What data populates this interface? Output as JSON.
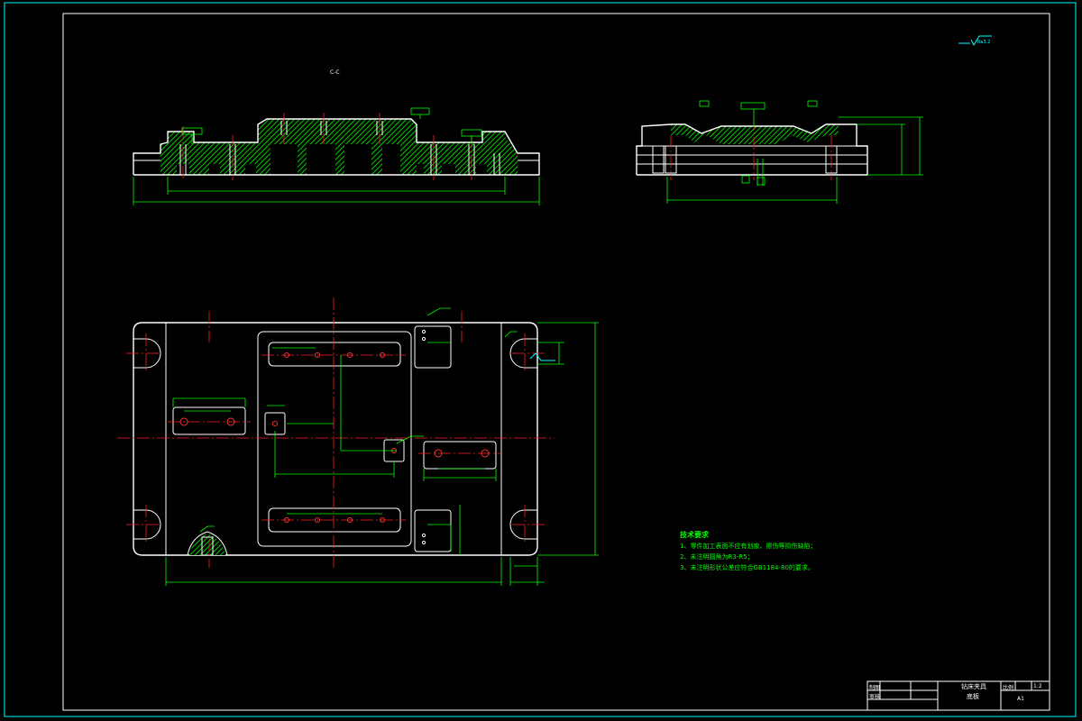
{
  "drawing": {
    "section_label": "C-C",
    "roughness_symbol": "Ra3.2",
    "colors": {
      "background": "#000000",
      "outline": "#ffffff",
      "dimension": "#00ff00",
      "center_line": "#ff2020",
      "border": "#00ffff",
      "hidden": "#ffd000"
    }
  },
  "technical_requirements": {
    "heading": "技术要求",
    "items": [
      "1、零件加工表面不应有划痕、擦伤等损伤缺陷；",
      "2、未注明圆角为R3-R5；",
      "3、未注明形状公差应符合GB1184-80的要求。"
    ]
  },
  "title_block": {
    "name": "钻床夹具",
    "part": "底板",
    "scale_label": "比例",
    "scale_value": "1:2",
    "sheet_value": "A1",
    "designer_label": "制图",
    "checker_label": "审核"
  }
}
